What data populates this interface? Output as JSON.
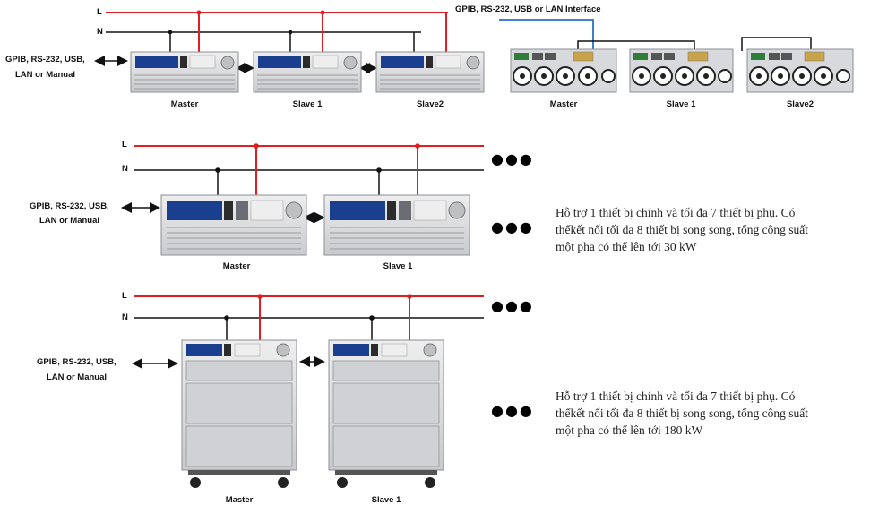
{
  "labels": {
    "line_L": "L",
    "line_N": "N",
    "interface_label": "GPIB, RS-232, USB or LAN Interface",
    "control_label_row1": [
      "GPIB, RS-232, USB,",
      "LAN or Manual"
    ],
    "control_label_row2": [
      "GPIB, RS-232, USB,",
      "LAN or Manual"
    ],
    "control_label_row3": [
      "GPIB, RS-232, USB,",
      "LAN or Manual"
    ],
    "master": "Master",
    "slave1": "Slave 1",
    "slave2": "Slave2"
  },
  "descriptions": {
    "single_phase_30kw": [
      "Hỗ trợ 1 thiết bị chính và tối đa 7 thiết bị phụ. Có",
      "thểkết nối tối đa 8 thiết bị song song, tổng công suất",
      "một pha có thể lên tới 30 kW"
    ],
    "single_phase_180kw": [
      "Hỗ trợ 1 thiết bị chính và tối đa 7 thiết bị phụ. Có",
      "thểkết nối tối đa 8 thiết bị song song, tổng công suất",
      "một pha có thể lên tới 180 kW"
    ]
  },
  "colors": {
    "line_L": "#e02020",
    "line_N": "#111111",
    "interface_line": "#2a6fc9",
    "chassis": "#d9dadc",
    "display": "#1b3f8f"
  },
  "ellipsis": "●●●"
}
